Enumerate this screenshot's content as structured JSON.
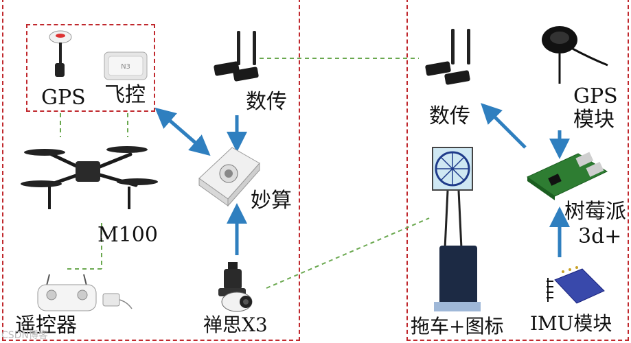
{
  "colors": {
    "frame": "#c0282d",
    "arrow": "#2f7fbf",
    "link": "#6aa84f",
    "device_dark": "#1a1a1a",
    "device_light": "#eeeeee"
  },
  "left_panel": {
    "gps_label": "GPS",
    "flight_controller_label": "飞控",
    "drone_label": "M100",
    "remote_label": "遥控器",
    "data_link_label": "数传",
    "manifold_label": "妙算",
    "camera_label": "禅思X3"
  },
  "right_panel": {
    "data_link_label": "数传",
    "gps_label_line1": "GPS",
    "gps_label_line2": "模块",
    "raspberry_label_line1": "树莓派",
    "raspberry_label_line2": "3d+",
    "imu_label": "IMU模块",
    "cart_label": "拖车+图标"
  },
  "watermark": "CSDN博客"
}
